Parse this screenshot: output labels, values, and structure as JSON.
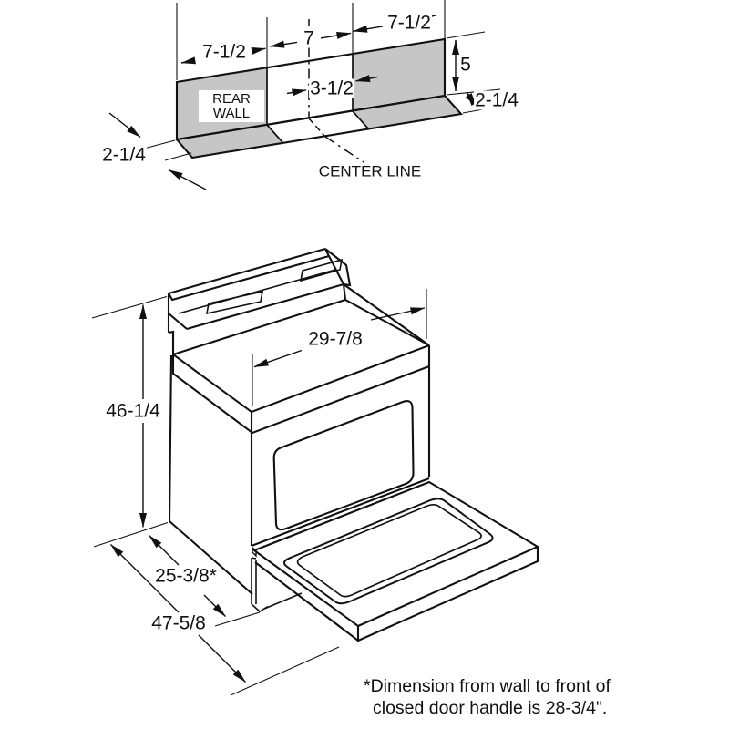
{
  "page": {
    "background_color": "#ffffff",
    "line_color": "#111111",
    "wall_shade_color": "#c6c6c6"
  },
  "wall_diagram": {
    "labels": {
      "dim_left_width": "7-1/2",
      "dim_center_width": "7",
      "dim_right_width": "7-1/2",
      "dim_wall_height": "5",
      "dim_floor_depth_right": "2-1/4",
      "dim_center_offset": "3-1/2",
      "dim_floor_depth_left": "2-1/4",
      "rear_wall_line1": "REAR",
      "rear_wall_line2": "WALL",
      "center_line": "CENTER LINE"
    }
  },
  "range_diagram": {
    "labels": {
      "dim_height": "46-1/4",
      "dim_top_width": "29-7/8",
      "dim_body_depth": "25-3/8*",
      "dim_depth_door_open": "47-5/8"
    },
    "footnote": {
      "line1": "*Dimension from wall to front of",
      "line2": "closed door handle is 28-3/4\"."
    }
  }
}
